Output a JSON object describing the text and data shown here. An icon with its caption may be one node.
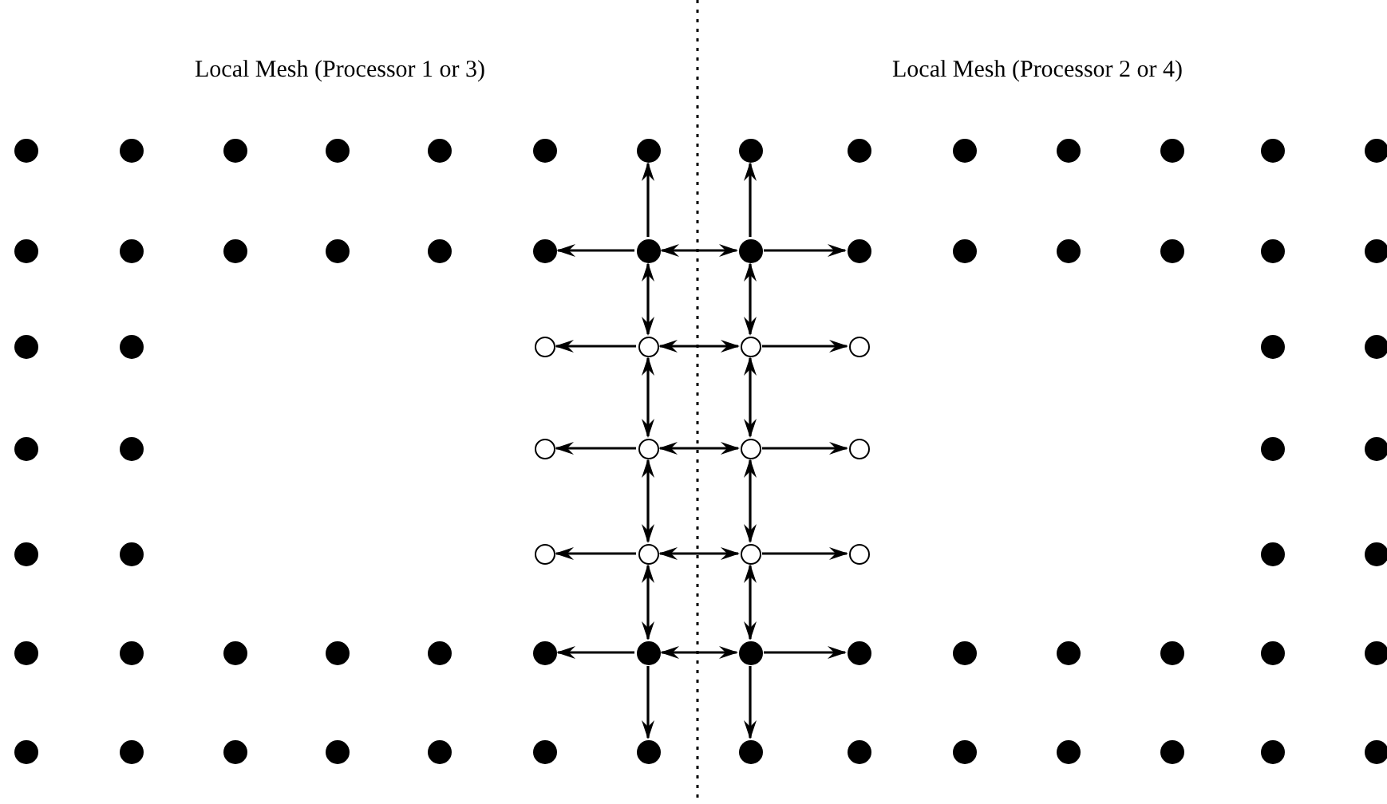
{
  "diagram": {
    "nodes": [
      {
        "text": [],
        "shape": "dot"
      },
      {
        "text": [],
        "shape": "dot"
      },
      {
        "text": [],
        "shape": "dot"
      },
      {
        "text": [],
        "shape": "dot"
      },
      {
        "text": [],
        "shape": "dot"
      },
      {
        "text": [],
        "shape": "dot"
      },
      {
        "text": [],
        "shape": "dot"
      },
      {
        "text": [],
        "shape": "dot"
      },
      {
        "text": [],
        "shape": "dot"
      },
      {
        "text": [],
        "shape": "dot"
      },
      {
        "text": [],
        "shape": "dot"
      },
      {
        "text": [],
        "shape": "dot"
      },
      {
        "text": [],
        "shape": "dot"
      },
      {
        "text": [],
        "shape": "dot"
      },
      {
        "text": [],
        "shape": "dot"
      },
      {
        "text": [],
        "shape": "dot"
      },
      {
        "text": [],
        "shape": "dot"
      },
      {
        "text": [],
        "shape": "dot"
      },
      {
        "text": [],
        "shape": "dot"
      },
      {
        "text": [],
        "shape": "dot"
      },
      {
        "text": [],
        "shape": "dot"
      },
      {
        "text": [],
        "shape": "dot"
      },
      {
        "text": [],
        "shape": "dot"
      },
      {
        "text": [],
        "shape": "dot"
      },
      {
        "text": [],
        "shape": "dot"
      },
      {
        "text": [],
        "shape": "dot"
      },
      {
        "text": [],
        "shape": "dot"
      },
      {
        "text": [],
        "shape": "dot"
      },
      {
        "text": [],
        "shape": "dot"
      },
      {
        "text": [],
        "shape": "dot"
      },
      {
        "text": [],
        "shape": "circle"
      },
      {
        "text": [],
        "shape": "circle"
      },
      {
        "text": [],
        "shape": "circle"
      },
      {
        "text": [],
        "shape": "circle"
      },
      {
        "text": [],
        "shape": "dot"
      },
      {
        "text": [],
        "shape": "dot"
      },
      {
        "text": [],
        "shape": "dot"
      },
      {
        "text": [],
        "shape": "dot"
      },
      {
        "text": [],
        "shape": "circle"
      },
      {
        "text": [],
        "shape": "circle"
      },
      {
        "text": [],
        "shape": "circle"
      },
      {
        "text": [],
        "shape": "circle"
      },
      {
        "text": [],
        "shape": "dot"
      },
      {
        "text": [],
        "shape": "dot"
      },
      {
        "text": [],
        "shape": "dot"
      },
      {
        "text": [],
        "shape": "dot"
      },
      {
        "text": [],
        "shape": "circle"
      },
      {
        "text": [],
        "shape": "circle"
      },
      {
        "text": [],
        "shape": "circle"
      },
      {
        "text": [],
        "shape": "circle"
      },
      {
        "text": [],
        "shape": "dot"
      },
      {
        "text": [],
        "shape": "dot"
      },
      {
        "text": [],
        "shape": "dot"
      },
      {
        "text": [],
        "shape": "dot"
      },
      {
        "text": [],
        "shape": "dot"
      },
      {
        "text": [],
        "shape": "dot"
      },
      {
        "text": [],
        "shape": "dot"
      },
      {
        "text": [],
        "shape": "dot"
      },
      {
        "text": [],
        "shape": "dot"
      },
      {
        "text": [],
        "shape": "dot"
      },
      {
        "text": [],
        "shape": "dot"
      },
      {
        "text": [],
        "shape": "dot"
      },
      {
        "text": [],
        "shape": "dot"
      },
      {
        "text": [],
        "shape": "dot"
      },
      {
        "text": [],
        "shape": "dot"
      },
      {
        "text": [],
        "shape": "dot"
      },
      {
        "text": [],
        "shape": "dot"
      },
      {
        "text": [],
        "shape": "dot"
      },
      {
        "text": [],
        "shape": "dot"
      },
      {
        "text": [],
        "shape": "dot"
      },
      {
        "text": [],
        "shape": "dot"
      },
      {
        "text": [],
        "shape": "dot"
      },
      {
        "text": [],
        "shape": "dot"
      },
      {
        "text": [],
        "shape": "dot"
      },
      {
        "text": [],
        "shape": "dot"
      },
      {
        "text": [],
        "shape": "dot"
      },
      {
        "text": [],
        "shape": "dot"
      },
      {
        "text": [],
        "shape": "dot"
      },
      {
        "text": [],
        "shape": "dot"
      },
      {
        "text": [],
        "shape": "dot"
      }
    ],
    "edges": [
      {
        "from": 20,
        "to": 6,
        "arrow": "to"
      },
      {
        "from": 21,
        "to": 7,
        "arrow": "to"
      },
      {
        "from": 20,
        "to": 19,
        "arrow": "to"
      },
      {
        "from": 20,
        "to": 21,
        "arrow": "both"
      },
      {
        "from": 21,
        "to": 22,
        "arrow": "to"
      },
      {
        "from": 20,
        "to": 31,
        "arrow": "both"
      },
      {
        "from": 21,
        "to": 32,
        "arrow": "both"
      },
      {
        "from": 31,
        "to": 30,
        "arrow": "to"
      },
      {
        "from": 31,
        "to": 32,
        "arrow": "both"
      },
      {
        "from": 32,
        "to": 33,
        "arrow": "to"
      },
      {
        "from": 31,
        "to": 39,
        "arrow": "both"
      },
      {
        "from": 32,
        "to": 40,
        "arrow": "both"
      },
      {
        "from": 39,
        "to": 38,
        "arrow": "to"
      },
      {
        "from": 39,
        "to": 40,
        "arrow": "both"
      },
      {
        "from": 40,
        "to": 41,
        "arrow": "to"
      },
      {
        "from": 39,
        "to": 47,
        "arrow": "both"
      },
      {
        "from": 40,
        "to": 48,
        "arrow": "both"
      },
      {
        "from": 47,
        "to": 46,
        "arrow": "to"
      },
      {
        "from": 47,
        "to": 48,
        "arrow": "both"
      },
      {
        "from": 48,
        "to": 49,
        "arrow": "to"
      },
      {
        "from": 47,
        "to": 58,
        "arrow": "both"
      },
      {
        "from": 48,
        "to": 59,
        "arrow": "both"
      },
      {
        "from": 58,
        "to": 57,
        "arrow": "to"
      },
      {
        "from": 58,
        "to": 59,
        "arrow": "both"
      },
      {
        "from": 59,
        "to": 60,
        "arrow": "to"
      },
      {
        "from": 58,
        "to": 72,
        "arrow": "to"
      },
      {
        "from": 59,
        "to": 73,
        "arrow": "to"
      }
    ],
    "labels": [
      "Local Mesh (Processor 1 or 3)",
      "Local Mesh (Processor 2 or 4)"
    ]
  }
}
